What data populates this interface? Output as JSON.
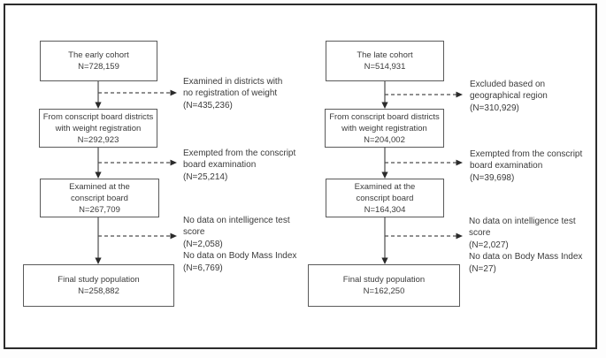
{
  "figure": {
    "description": "Cohort selection flow diagram",
    "colors": {
      "frame_border": "#2b2b2b",
      "box_border": "#5a5a5a",
      "text": "#3b3b3b",
      "connector": "#4d4d4d",
      "background": "#ffffff"
    },
    "columns": [
      {
        "name": "early-cohort",
        "boxes": [
          {
            "lines": [
              "The early cohort",
              "N=728,159"
            ]
          },
          {
            "lines": [
              "From conscript board districts",
              "with weight registration",
              "N=292,923"
            ]
          },
          {
            "lines": [
              "Examined at the",
              "conscript board",
              "N=267,709"
            ]
          },
          {
            "lines": [
              "Final study population",
              "N=258,882"
            ]
          }
        ],
        "exclusions": [
          {
            "lines": [
              "Examined in districts with",
              "no registration of weight",
              "(N=435,236)"
            ]
          },
          {
            "lines": [
              "Exempted from the conscript",
              "board examination",
              "(N=25,214)"
            ]
          },
          {
            "lines": [
              "No data on intelligence test",
              "score",
              "(N=2,058)",
              "No data on Body Mass Index",
              "(N=6,769)"
            ]
          }
        ]
      },
      {
        "name": "late-cohort",
        "boxes": [
          {
            "lines": [
              "The late cohort",
              "N=514,931"
            ]
          },
          {
            "lines": [
              "From conscript board districts",
              "with weight registration",
              "N=204,002"
            ]
          },
          {
            "lines": [
              "Examined at the",
              "conscript board",
              "N=164,304"
            ]
          },
          {
            "lines": [
              "Final study population",
              "N=162,250"
            ]
          }
        ],
        "exclusions": [
          {
            "lines": [
              "Excluded based on",
              "geographical region",
              "(N=310,929)"
            ]
          },
          {
            "lines": [
              "Exempted from the conscript",
              "board examination",
              "(N=39,698)"
            ]
          },
          {
            "lines": [
              "No data on intelligence test",
              "score",
              "(N=2,027)",
              "No data on Body Mass Index",
              "(N=27)"
            ]
          }
        ]
      }
    ]
  }
}
